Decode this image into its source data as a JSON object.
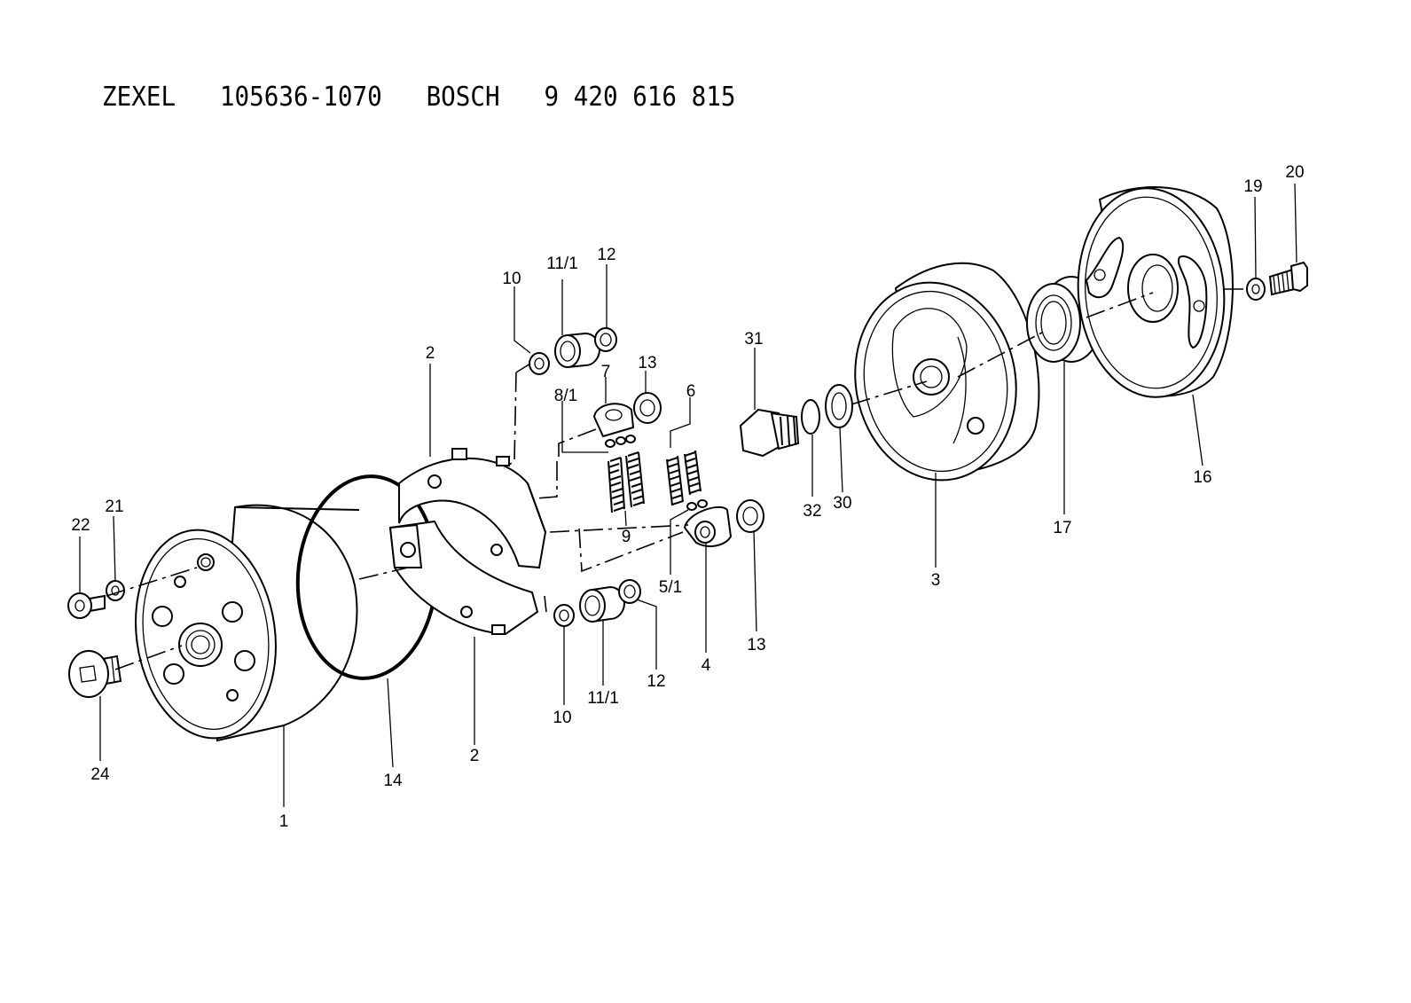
{
  "title": "ZEXEL   105636-1070   BOSCH   9 420 616 815",
  "labels": {
    "p1": "1",
    "p2a": "2",
    "p2b": "2",
    "p3": "3",
    "p4": "4",
    "p5_1": "5/1",
    "p6": "6",
    "p7": "7",
    "p8_1": "8/1",
    "p9": "9",
    "p10a": "10",
    "p10b": "10",
    "p11_1a": "11/1",
    "p11_1b": "11/1",
    "p12a": "12",
    "p12b": "12",
    "p13a": "13",
    "p13b": "13",
    "p14": "14",
    "p16": "16",
    "p17": "17",
    "p19": "19",
    "p20": "20",
    "p21": "21",
    "p22": "22",
    "p24": "24",
    "p30": "30",
    "p31": "31",
    "p32": "32"
  }
}
